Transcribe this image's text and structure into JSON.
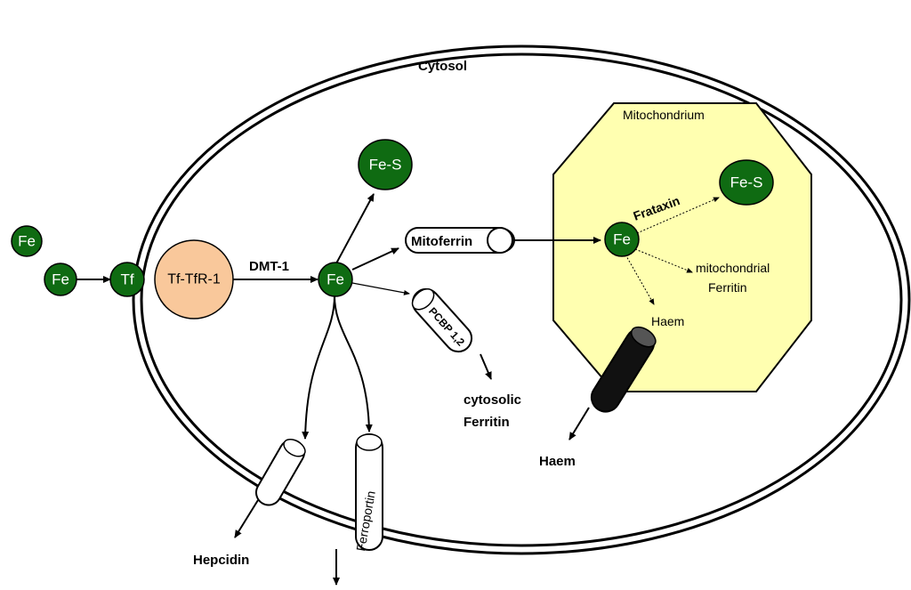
{
  "compartments": {
    "cytosol": "Cytosol",
    "mitochondrium": "Mitochondrium"
  },
  "nodes": {
    "fe_outside_1": "Fe",
    "fe_outside_2": "Fe",
    "tf": "Tf",
    "tf_tfr1": "Tf-TfR-1",
    "fe_cytosol": "Fe",
    "fe_s_cytosol": "Fe-S",
    "fe_mito": "Fe",
    "fe_s_mito": "Fe-S"
  },
  "transporters": {
    "mitoferrin": "Mitoferrin",
    "pcbp": "PCBP 1,2",
    "ferroportin": "Ferroportin"
  },
  "labels": {
    "dmt1": "DMT-1",
    "frataxin": "Frataxin",
    "mito_ferritin_1": "mitochondrial",
    "mito_ferritin_2": "Ferritin",
    "haem_inside": "Haem",
    "haem_outside": "Haem",
    "cyto_ferritin_1": "cytosolic",
    "cyto_ferritin_2": "Ferritin",
    "hepcidin": "Hepcidin"
  },
  "colors": {
    "iron_node": "#0f6b12",
    "transferrin_receptor": "#f9c89b",
    "mitochondrion_fill": "#ffffb0",
    "haem_channel": "#111111"
  }
}
